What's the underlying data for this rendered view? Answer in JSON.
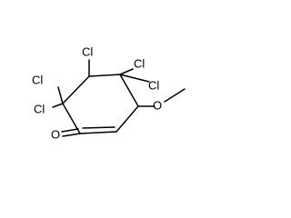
{
  "molecule": {
    "atoms": {
      "cl_top_center": "Cl",
      "cl_top_left": "Cl",
      "cl_top_right": "Cl",
      "cl_left": "Cl",
      "cl_right": "Cl",
      "o_carbonyl": "O",
      "o_ether": "O"
    }
  }
}
